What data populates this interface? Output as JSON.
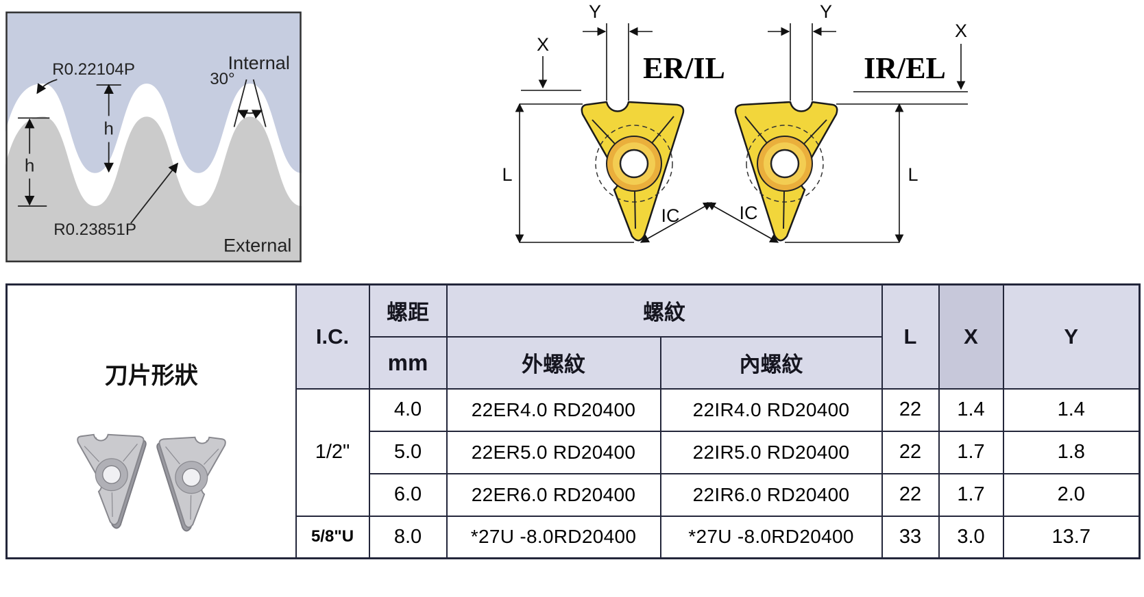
{
  "colors": {
    "header_bg": "#d9dae9",
    "header_bg_dark": "#c7c8da",
    "table_border": "#23263a",
    "internal_region_blue": "#c6cde0",
    "external_region_gray": "#cbcbcb",
    "insert_yellow": "#f2d63b",
    "insert_ring_orange": "#eaaf3c"
  },
  "profile": {
    "labels": {
      "radius_top": "R0.22104P",
      "angle": "30°",
      "h_internal": "h",
      "h_external": "h",
      "radius_bottom": "R0.23851P",
      "internal": "Internal",
      "external": "External"
    }
  },
  "inserts": {
    "left_label": "ER/IL",
    "right_label": "IR/EL",
    "dim_l": "L",
    "dim_x": "X",
    "dim_y": "Y",
    "dim_ic": "IC"
  },
  "table": {
    "headers": {
      "shape": "刀片形狀",
      "ic": "I.C.",
      "pitch": "螺距",
      "pitch_unit": "mm",
      "thread": "螺紋",
      "thread_external": "外螺紋",
      "thread_internal": "內螺紋",
      "l": "L",
      "x": "X",
      "y": "Y"
    },
    "ic_groups": [
      {
        "label": "1/2\""
      },
      {
        "label": "5/8\"U"
      }
    ],
    "rows": [
      {
        "pitch": "4.0",
        "external": "22ER4.0 RD20400",
        "internal": "22IR4.0 RD20400",
        "l": "22",
        "x": "1.4",
        "y": "1.4"
      },
      {
        "pitch": "5.0",
        "external": "22ER5.0 RD20400",
        "internal": "22IR5.0 RD20400",
        "l": "22",
        "x": "1.7",
        "y": "1.8"
      },
      {
        "pitch": "6.0",
        "external": "22ER6.0 RD20400",
        "internal": "22IR6.0 RD20400",
        "l": "22",
        "x": "1.7",
        "y": "2.0"
      },
      {
        "pitch": "8.0",
        "external": "*27U -8.0RD20400",
        "internal": "*27U -8.0RD20400",
        "l": "33",
        "x": "3.0",
        "y": "13.7"
      }
    ]
  }
}
